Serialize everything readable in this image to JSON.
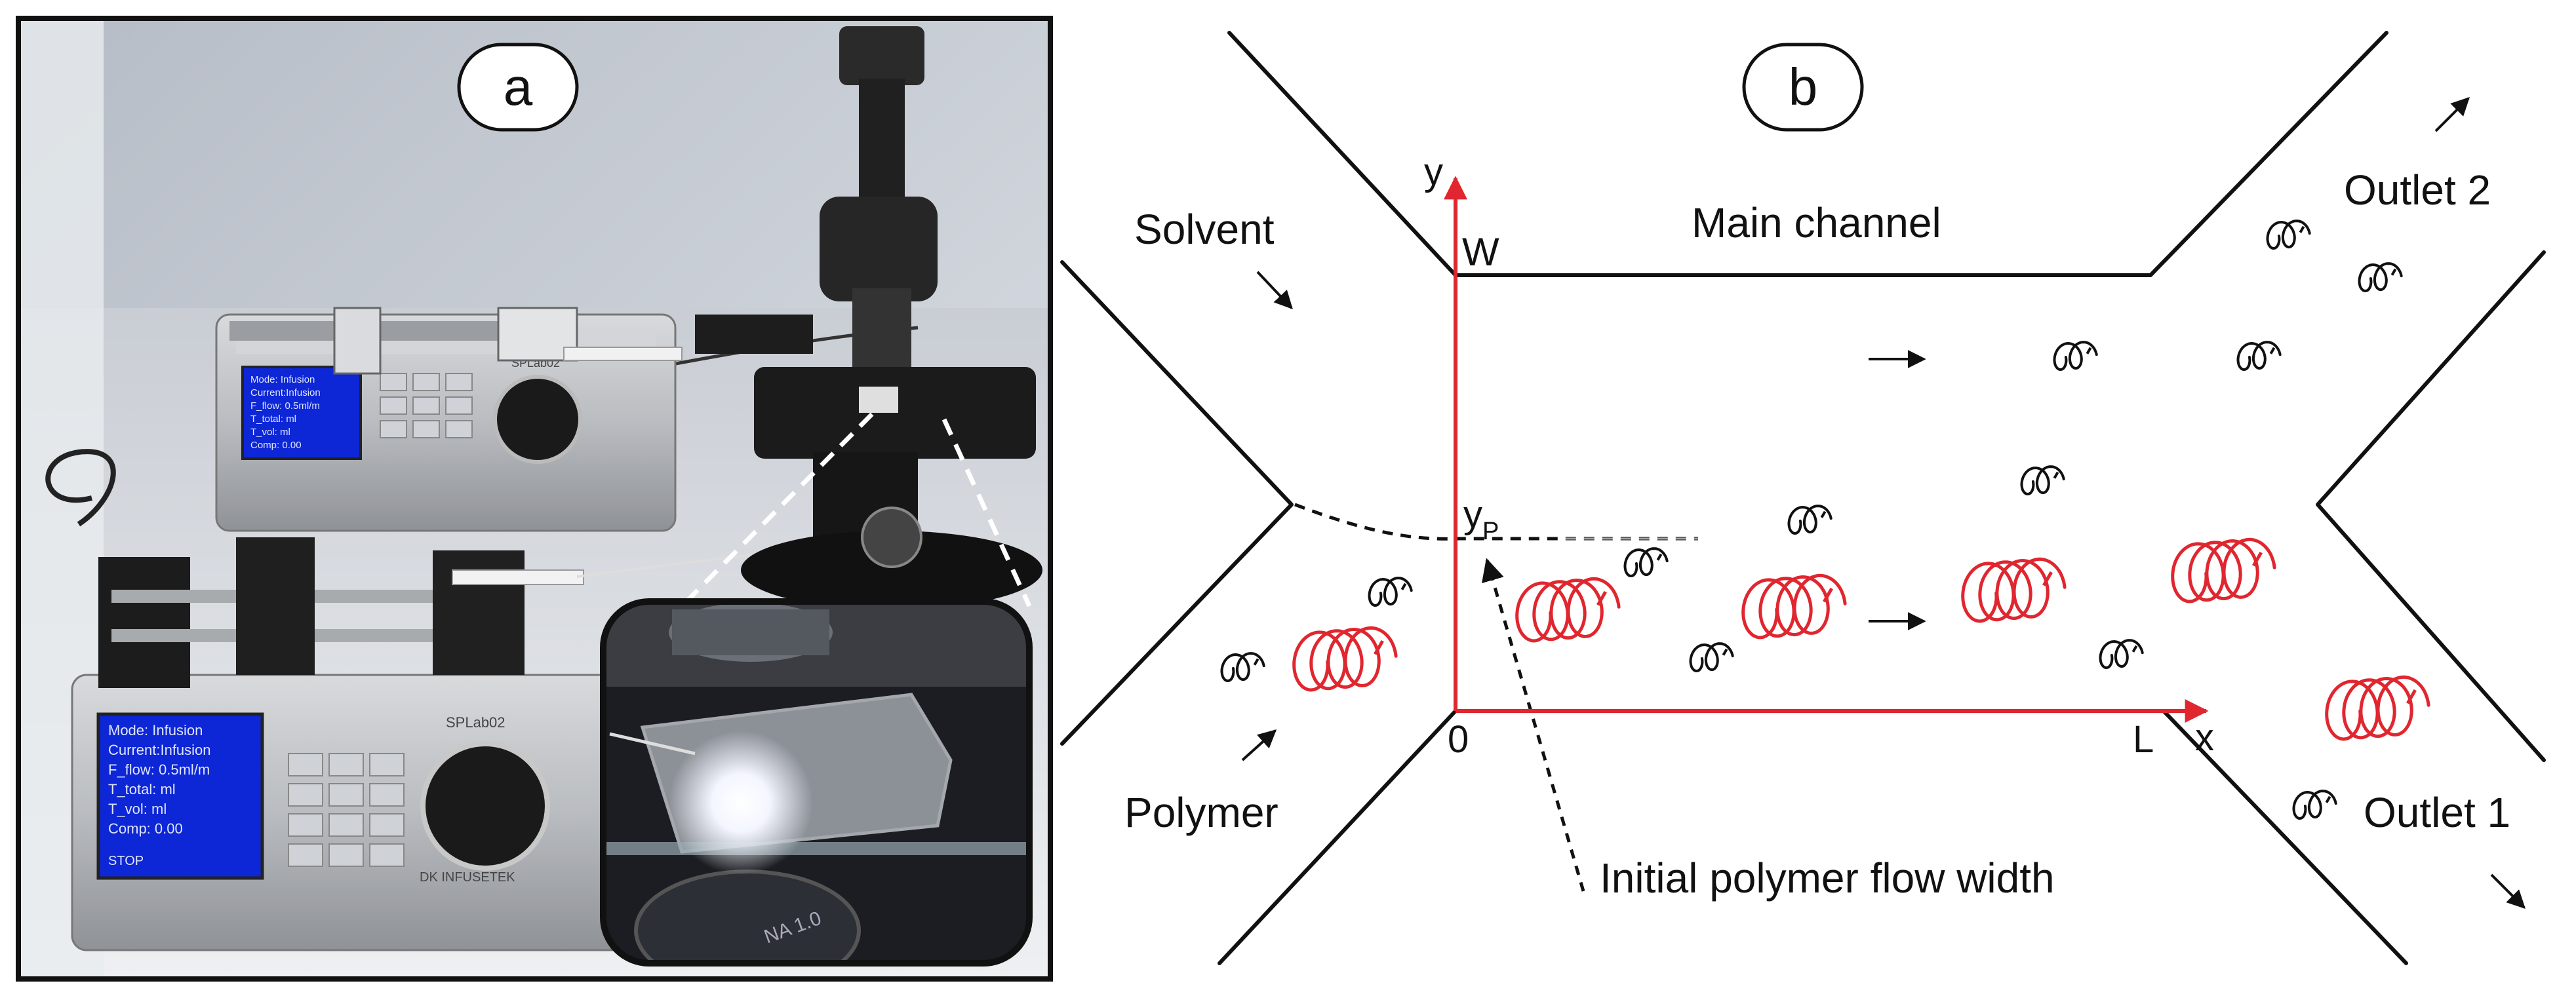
{
  "panel_a": {
    "label": "a",
    "pump_top": {
      "brand": "SPLab02",
      "screen_lines": [
        "Mode: Infusion",
        "Current:Infusion",
        "F_flow:  0.5ml/m",
        "T_total:       ml",
        "T_vol:         ml",
        "Comp:      0.00"
      ]
    },
    "pump_bottom": {
      "brand": "SPLab02",
      "maker": "DK INFUSETEK",
      "screen_lines": [
        "Mode: Infusion",
        "Current:Infusion",
        "F_flow:  0.5ml/m",
        "T_total:       ml",
        "T_vol:         ml",
        "Comp:      0.00"
      ],
      "screen_footer": "STOP"
    },
    "inset": {
      "objective_text": "NA 1.0"
    }
  },
  "panel_b": {
    "label": "b",
    "texts": {
      "solvent": "Solvent",
      "main_channel": "Main channel",
      "outlet_2": "Outlet 2",
      "outlet_1": "Outlet 1",
      "polymer": "Polymer",
      "initial_width": "Initial polymer flow width"
    },
    "axis": {
      "y_axis": "y",
      "x_axis": "x",
      "width_mark": "W",
      "origin": "0",
      "length_mark": "L",
      "yp_base": "y",
      "yp_sub": "P"
    },
    "colors": {
      "axis": "#e0262f",
      "polymer_coil": "#e0262f",
      "solvent_coil": "#111111",
      "walls": "#111111"
    }
  }
}
